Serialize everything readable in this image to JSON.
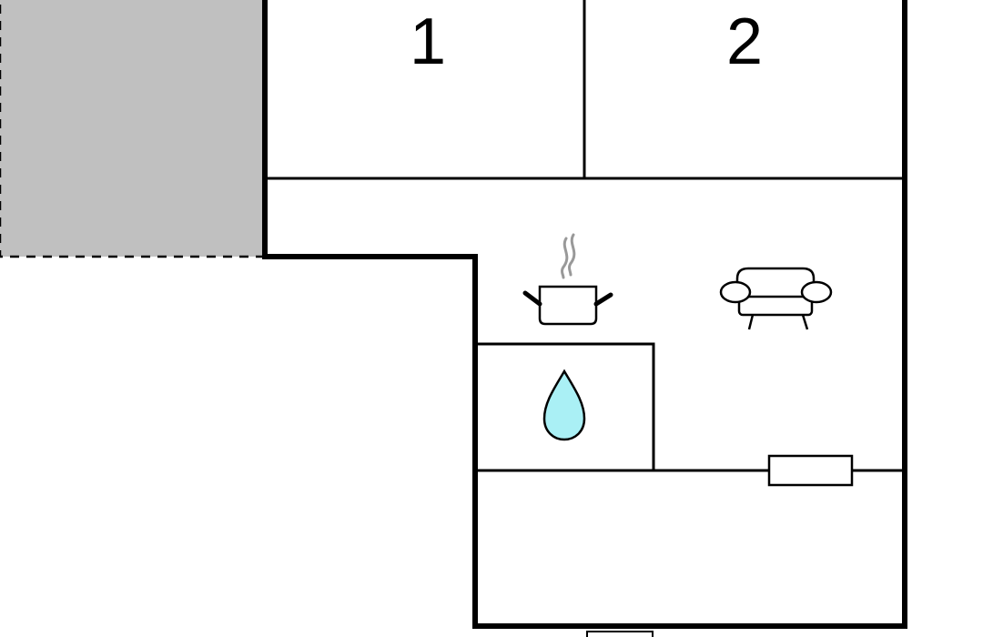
{
  "floorplan": {
    "rooms": [
      {
        "label": "1"
      },
      {
        "label": "2"
      }
    ],
    "icons": [
      {
        "name": "cooking-pot-icon",
        "meaning": "kitchen"
      },
      {
        "name": "sofa-icon",
        "meaning": "living area"
      },
      {
        "name": "water-drop-icon",
        "meaning": "bathroom"
      },
      {
        "name": "radiator-icon",
        "meaning": "heater"
      }
    ],
    "colors": {
      "wall": "#000000",
      "background": "#ffffff",
      "terrace_fill": "#c0c0c0",
      "water_drop_fill": "#aaf0f5",
      "steam": "#999999"
    }
  }
}
